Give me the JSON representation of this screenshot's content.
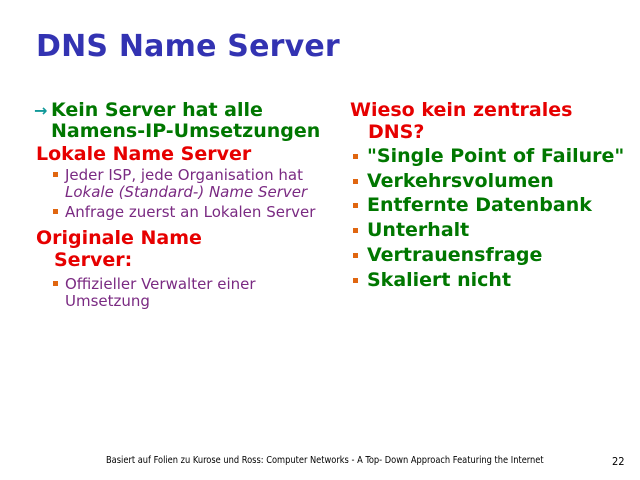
{
  "slide": {
    "title": "DNS Name Server",
    "page_number": "22",
    "colors": {
      "title": "#3333b2",
      "heading_red": "#e60000",
      "text_green": "#007700",
      "text_purple": "#7a2a82",
      "bullet_orange": "#e06610",
      "arrow_teal": "#119999",
      "background": "#ffffff"
    }
  },
  "left_column": {
    "items": [
      {
        "marker": "arrow-right-icon",
        "marker_glyph": "→",
        "level": 1,
        "style": "green",
        "text": "Kein Server hat alle Namens-IP-Umsetzungen"
      },
      {
        "marker": "none",
        "level": 1,
        "style": "red",
        "text": "Lokale Name Server"
      },
      {
        "marker": "square-bullet-icon",
        "level": 2,
        "style": "purple",
        "text_plain": "Jeder ISP, jede Organisation hat ",
        "text_italic": "Lokale (Standard-) Name Server",
        "text": "Jeder ISP, jede Organisation hat Lokale (Standard-) Name Server"
      },
      {
        "marker": "square-bullet-icon",
        "level": 2,
        "style": "purple",
        "text": "Anfrage zuerst an Lokalen Server"
      },
      {
        "marker": "none",
        "level": 1,
        "style": "red",
        "text_line1": "Originale Name",
        "text_line2": "Server:",
        "text": "Originale Name Server:"
      },
      {
        "marker": "square-bullet-icon",
        "level": 2,
        "style": "purple",
        "text": "Offizieller Verwalter einer Umsetzung"
      }
    ]
  },
  "right_column": {
    "heading": {
      "marker": "none",
      "style": "red",
      "text_line1": "Wieso kein zentrales",
      "text_line2": "DNS?",
      "text": "Wieso kein zentrales DNS?"
    },
    "items": [
      {
        "marker": "square-bullet-icon",
        "style": "green",
        "text": "\"Single Point of Failure\""
      },
      {
        "marker": "square-bullet-icon",
        "style": "green",
        "text": "Verkehrsvolumen"
      },
      {
        "marker": "square-bullet-icon",
        "style": "green",
        "text": "Entfernte Datenbank"
      },
      {
        "marker": "square-bullet-icon",
        "style": "green",
        "text": "Unterhalt"
      },
      {
        "marker": "square-bullet-icon",
        "style": "green",
        "text": "Vertrauensfrage"
      },
      {
        "marker": "square-bullet-icon",
        "style": "green",
        "text": "Skaliert nicht"
      }
    ]
  },
  "footer": {
    "attribution": "Basiert auf Folien zu Kurose und Ross: Computer Networks -  A Top- Down Approach Featuring the Internet",
    "page_number": "22"
  }
}
